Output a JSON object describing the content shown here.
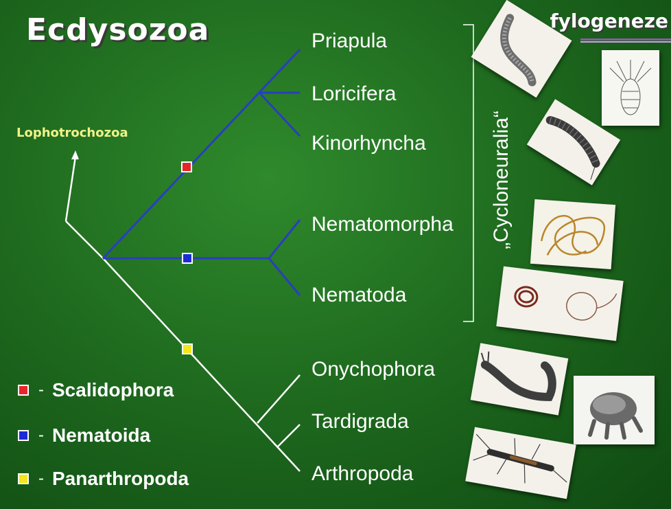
{
  "title": "Ecdysozoa",
  "corner_label": "fylogeneze",
  "outgroup_label": "Lophotrochozoa",
  "bracket_label": "„Cycloneuralia“",
  "taxa": [
    "Priapula",
    "Loricifera",
    "Kinorhyncha",
    "Nematomorpha",
    "Nematoda",
    "Onychophora",
    "Tardigrada",
    "Arthropoda"
  ],
  "legend": [
    {
      "name": "Scalidophora",
      "color": "#e8252b",
      "dash": "-"
    },
    {
      "name": "Nematoida",
      "color": "#1d2bd6",
      "dash": "-"
    },
    {
      "name": "Panarthropoda",
      "color": "#f3e61a",
      "dash": "-"
    }
  ],
  "colors": {
    "blue_branch": "#2a3ec0",
    "white_branch": "#ffffff",
    "background": "#1f6b1f"
  }
}
